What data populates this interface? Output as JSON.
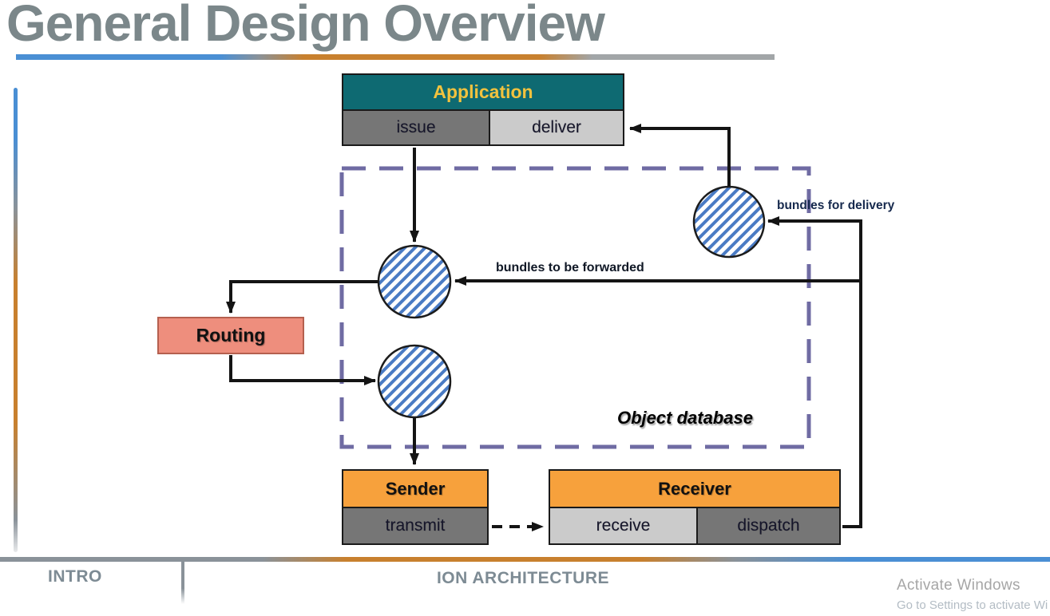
{
  "slide": {
    "title": "General Design Overview",
    "footer": {
      "left": "INTRO",
      "center": "ION ARCHITECTURE"
    },
    "watermark": {
      "line1": "Activate Windows",
      "line2": "Go to Settings to activate Wi"
    }
  },
  "diagram": {
    "application": {
      "title": "Application",
      "cells": [
        "issue",
        "deliver"
      ]
    },
    "routing": {
      "label": "Routing"
    },
    "sender": {
      "title": "Sender",
      "cells": [
        "transmit"
      ]
    },
    "receiver": {
      "title": "Receiver",
      "cells": [
        "receive",
        "dispatch"
      ]
    },
    "object_database_label": "Object database",
    "edge_labels": {
      "bundles_for_delivery": "bundles for delivery",
      "bundles_to_be_forwarded": "bundles to be forwarded"
    },
    "queue_icons": [
      "delivery-queue-circle",
      "forward-queue-circle",
      "transmission-queue-circle"
    ]
  },
  "colors": {
    "teal": "#0e6a72",
    "header_yellow": "#f2c23e",
    "orange": "#f7a13c",
    "salmon": "#ee8e7d",
    "salmon_border": "#b5604f",
    "dark_gray_cell": "#767676",
    "light_gray_cell": "#cbcbcb",
    "hatch_blue": "#4a7bc4",
    "dash_purple": "#6f6ba3",
    "line_black": "#141414",
    "accent_blue": "#4a8fd4",
    "accent_orange": "#c8802e",
    "accent_gray": "#8a9299",
    "title_gray": "#7b878a",
    "footer_gray": "#7d8b94",
    "label_navy": "#16294d",
    "watermark_gray": "#a6a6a6"
  }
}
